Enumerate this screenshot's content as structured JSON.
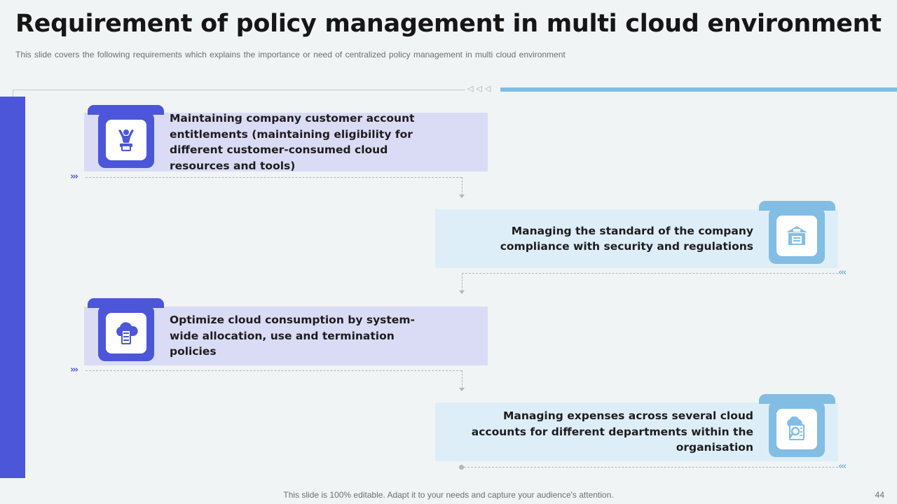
{
  "slide": {
    "title": "Requirement of policy management in multi cloud environment",
    "subtitle": "This slide covers the following requirements which explains the importance or need of centralized policy management in multi cloud environment",
    "top_arrows": "◁◁◁",
    "footer": "This slide is 100% editable. Adapt it to your needs and capture your audience's attention.",
    "page_number": "44"
  },
  "colors": {
    "accent": "#4c56d8",
    "light_accent": "#82bde4",
    "left_card": "#dadcf6",
    "right_card": "#deeef8",
    "background": "#f0f4f4"
  },
  "requirements": [
    {
      "text": "Maintaining company customer account entitlements (maintaining eligibility for different customer-consumed cloud resources and tools)",
      "icon": "person-cheering-icon",
      "chevrons": "›››"
    },
    {
      "text": "Managing the standard of the company compliance with security and regulations",
      "icon": "building-document-icon",
      "chevrons": "‹‹‹"
    },
    {
      "text": "Optimize cloud consumption by system-wide allocation, use and termination policies",
      "icon": "cloud-server-icon",
      "chevrons": "›››"
    },
    {
      "text": "Managing expenses across several cloud accounts for different departments within the organisation",
      "icon": "cloud-expense-search-icon",
      "chevrons": "‹‹‹"
    }
  ]
}
